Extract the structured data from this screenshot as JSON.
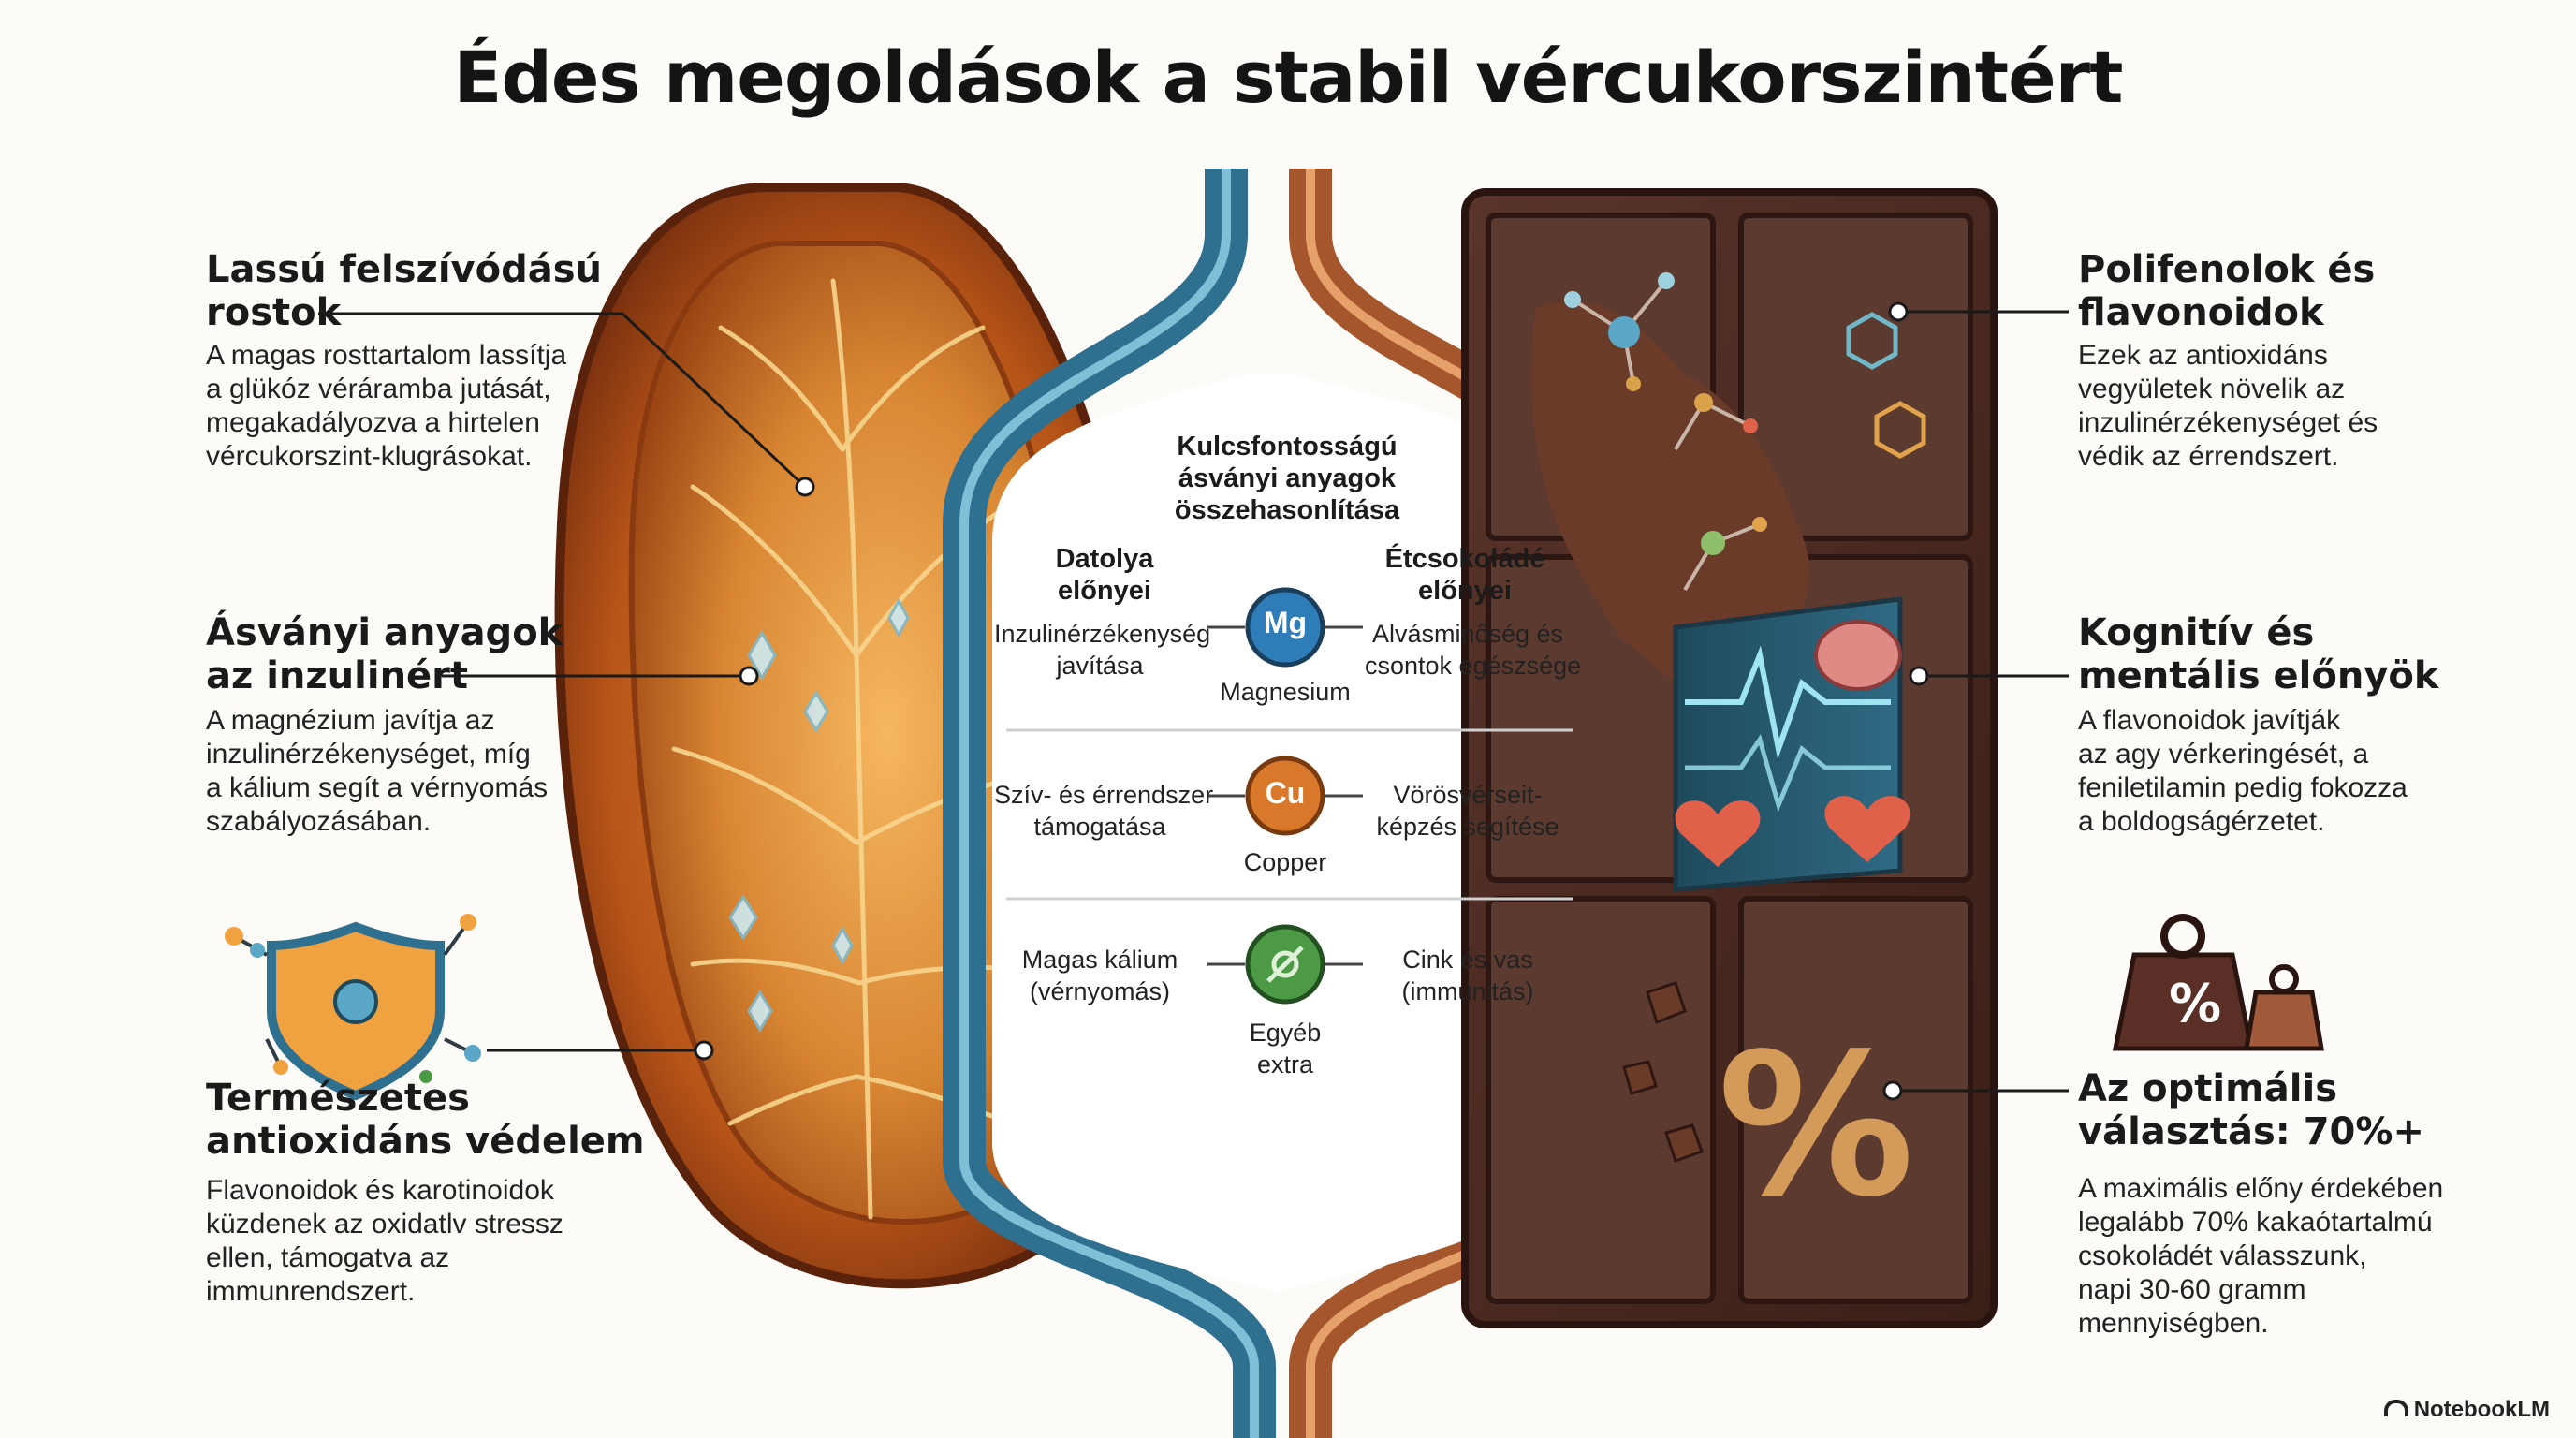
{
  "title": "Édes megoldások a stabil vércukorszintért",
  "left": {
    "fiber": {
      "title": [
        "Lassú felszívódású",
        "rostok"
      ],
      "body": [
        "A magas rosttartalom lassítja",
        "a glükóz véráramba jutását,",
        "megakadályozva a hirtelen",
        "vércukorszint-klugrásokat."
      ]
    },
    "minerals": {
      "title": [
        "Ásványi anyagok",
        "az inzulinért"
      ],
      "body": [
        "A magnézium javítja az",
        "inzulinérzékenységet, míg",
        "a kálium segít a vérnyomás",
        "szabályozásában."
      ]
    },
    "antioxidant": {
      "title": [
        "Természetes",
        "antioxidáns védelem"
      ],
      "body": [
        "Flavonoidok és karotinoidok",
        "küzdenek az oxidatlv stressz",
        "ellen, támogatva az",
        "immunrendszert."
      ]
    }
  },
  "center": {
    "title": [
      "Kulcsfontosságú",
      "ásványi anyagok",
      "összehasonlítása"
    ],
    "left_header": [
      "Datolya",
      "előnyei"
    ],
    "right_header": [
      "Étcsokoládé",
      "előnyei"
    ],
    "rows": [
      {
        "symbol": "Mg",
        "name": [
          "Magnesium"
        ],
        "left": [
          "Inzulinérzékenység",
          "javítása"
        ],
        "right": [
          "Alvásminőség és",
          "csontok egészsége"
        ],
        "color": "#2f7db8"
      },
      {
        "symbol": "Cu",
        "name": [
          "Copper"
        ],
        "left": [
          "Szív- és érrendszer",
          "támogatása"
        ],
        "right": [
          "Vörösvérseit-",
          "képzés segítése"
        ],
        "color": "#d9772a"
      },
      {
        "symbol": "",
        "name": [
          "Egyéb",
          "extra"
        ],
        "left": [
          "Magas kálium",
          "(vérnyomás)"
        ],
        "right": [
          "Cink és vas",
          "(immunitás)"
        ],
        "color": "#4c9a46"
      }
    ]
  },
  "right": {
    "polyphenols": {
      "title": [
        "Polifenolok és",
        "flavonoidok"
      ],
      "body": [
        "Ezek az antioxidáns",
        "vegyületek növelik az",
        "inzulinérzékenységet és",
        "védik az érrendszert."
      ]
    },
    "cognitive": {
      "title": [
        "Kognitív és",
        "mentális előnyök"
      ],
      "body": [
        "A flavonoidok javítják",
        "az agy vérkeringését, a",
        "feniletilamin pedig fokozza",
        "a boldogságérzetet."
      ]
    },
    "optimal": {
      "title": [
        "Az optimális",
        "választás: 70%+"
      ],
      "body": [
        "A maximális előny érdekében",
        "legalább 70% kakaótartalmú",
        "csokoládét válasszunk,",
        "napi 30-60 gramm",
        "mennyiségben."
      ]
    }
  },
  "icons": {
    "percent_weight": "%",
    "bar_percent": "%"
  },
  "logo": "NotebookLM",
  "colors": {
    "blue_pipe": "#2f6f8f",
    "copper_pipe": "#a5562c",
    "chocolate": "#4a2a22",
    "date_orange": "#c8651f"
  }
}
